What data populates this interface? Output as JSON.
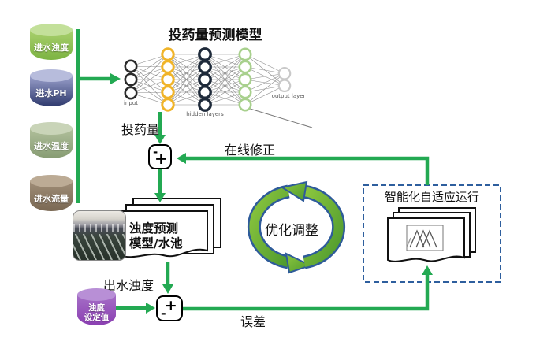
{
  "diagram": {
    "nn_title": "投药量预测模型",
    "inputs": [
      {
        "label": "进水浊度",
        "top": "#c3e09a",
        "body1": "#a9d06e",
        "body2": "#7cb342"
      },
      {
        "label": "进水PH",
        "top": "#b7bcdc",
        "body1": "#9ba1cc",
        "body2": "#2f3a6e"
      },
      {
        "label": "进水温度",
        "top": "#c9d4b8",
        "body1": "#b0bf9b",
        "body2": "#879c73"
      },
      {
        "label": "进水流量",
        "top": "#bcab95",
        "body1": "#a08d77",
        "body2": "#7a6853"
      }
    ],
    "setpoint": {
      "label_line1": "浊度",
      "label_line2": "设定值",
      "top": "#b88fd6",
      "body1": "#a56fc6",
      "body2": "#8b3fb2"
    },
    "nn": {
      "layers": [
        {
          "name": "input",
          "count": 3,
          "ring": "#2b2b2b",
          "ring_width": 2.6
        },
        {
          "name": "hidden1",
          "count": 5,
          "ring": "#f0b429",
          "ring_width": 3.0
        },
        {
          "name": "hidden2",
          "count": 5,
          "ring": "#1e2a3a",
          "ring_width": 3.4
        },
        {
          "name": "hidden3",
          "count": 5,
          "ring": "#a8d08d",
          "ring_width": 2.6
        },
        {
          "name": "output",
          "count": 2,
          "ring": "#c9c9c9",
          "ring_width": 2.2
        }
      ],
      "input_label": "input",
      "hidden_label": "hidden layers",
      "output_label": "output layer"
    },
    "labels": {
      "dose": "投药量",
      "online_correction": "在线修正",
      "model_line1": "浊度预测",
      "model_line2": "模型/水池",
      "effluent": "出水浊度",
      "error": "误差",
      "optimize": "优化调整",
      "adaptive": "智能化自适应运行"
    },
    "junction1": {
      "minus": "-",
      "plus": "+"
    },
    "junction2": {
      "plus": "+",
      "minus": "-"
    },
    "colors": {
      "arrow_green": "#23a952",
      "dashed_border": "#2e5f9e",
      "cycle_green_light": "#8cc63e",
      "cycle_green_dark": "#4e9a2e",
      "cycle_outline": "#2e5b9a",
      "doc_border": "#111111"
    }
  }
}
